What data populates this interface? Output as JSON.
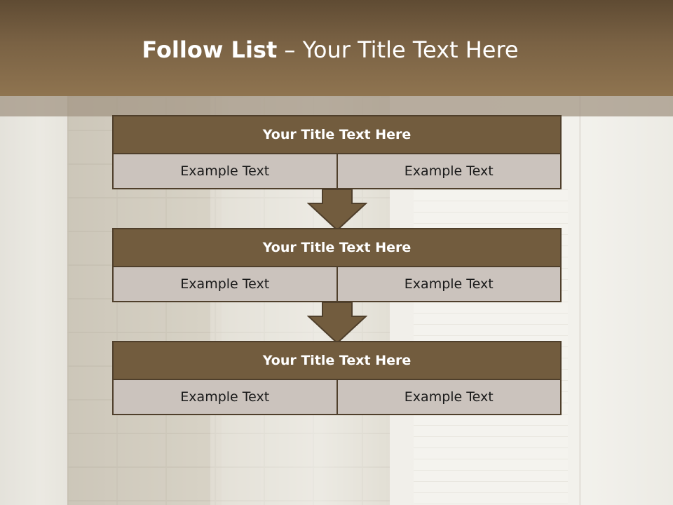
{
  "slide": {
    "title_bold": "Follow List",
    "title_rest": " – Your Title Text Here"
  },
  "blocks": [
    {
      "title": "Your Title Text Here",
      "left_text": "Example Text",
      "right_text": "Example Text"
    },
    {
      "title": "Your Title Text Here",
      "left_text": "Example Text",
      "right_text": "Example Text"
    },
    {
      "title": "Your Title Text Here",
      "left_text": "Example Text",
      "right_text": "Example Text"
    }
  ],
  "colors": {
    "header": "#7a6244",
    "block_title": "#725c3e",
    "block_cell": "#cbc3bd",
    "border": "#4f3f2b"
  },
  "icons": [
    "down-arrow-icon",
    "down-arrow-icon"
  ]
}
